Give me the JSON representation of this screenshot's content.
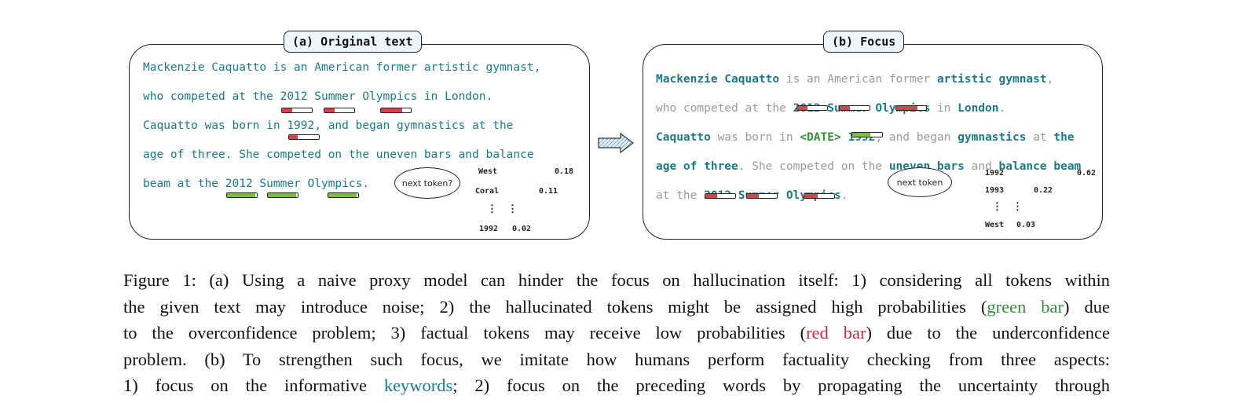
{
  "panel_a": {
    "title": "(a) Original text",
    "lines": [
      "Mackenzie Caquatto is an American former artistic gymnast,",
      "who competed at the 2012 Summer Olympics in London.",
      "Caquatto was born in 1992, and began gymnastics at the",
      "age of three. She competed on the uneven bars and balance",
      "beam at the 2012 Summer Olympics."
    ],
    "bubble": "next token?",
    "predictions": [
      {
        "token": "West",
        "prob": 0.18,
        "value_label": "0.18",
        "pattern": "red-hatch"
      },
      {
        "token": "Coral",
        "prob": 0.11,
        "value_label": "0.11",
        "pattern": "blue-hatch"
      },
      {
        "token": "1992",
        "prob": 0.02,
        "value_label": "0.02",
        "pattern": "red-hatch"
      }
    ],
    "token_bars": [
      {
        "fill": 0.35,
        "color": "red"
      },
      {
        "fill": 0.35,
        "color": "red"
      },
      {
        "fill": 0.7,
        "color": "red"
      },
      {
        "fill": 0.3,
        "color": "red"
      },
      {
        "fill": 0.95,
        "color": "green"
      },
      {
        "fill": 0.95,
        "color": "green"
      },
      {
        "fill": 0.95,
        "color": "green"
      }
    ]
  },
  "panel_b": {
    "title": "(b) Focus",
    "line1": {
      "a": "Mackenzie Caquatto",
      "b": " is an American former ",
      "c": "artistic gymnast",
      "d": ","
    },
    "line2": {
      "a": "who competed at the ",
      "b": "2012 Summer Olympics",
      "c": " in ",
      "d": "London",
      "e": "."
    },
    "line3": {
      "a": "Caquatto",
      "b": " was born in ",
      "c": "<DATE>",
      "d": " 1992",
      "e": ", and began ",
      "f": "gymnastics",
      "g": " at ",
      "h": "the"
    },
    "line4": {
      "a": "age of three",
      "b": ". She competed on the ",
      "c": "uneven bars",
      "d": " and ",
      "e": "balance beam"
    },
    "line5": {
      "a": "at the ",
      "b": "2012 Summer Olympics",
      "c": "."
    },
    "bubble": "next token",
    "predictions": [
      {
        "token": "1992",
        "prob": 0.62,
        "value_label": "0.62",
        "pattern": "red-hatch"
      },
      {
        "token": "1993",
        "prob": 0.22,
        "value_label": "0.22",
        "pattern": "blue-hatch"
      },
      {
        "token": "West",
        "prob": 0.03,
        "value_label": "0.03",
        "pattern": "red-hatch"
      }
    ]
  },
  "ellipsis": "⋮",
  "caption": {
    "l1": "Figure 1: (a) Using a naive proxy model can hinder the focus on hallucination itself: 1) considering all tokens within",
    "l2a": "the given text may introduce noise; 2) the hallucinated tokens might be assigned high probabilities (",
    "l2b": "green bar",
    "l2c": ") due",
    "l3a": "to the overconfidence problem; 3) factual tokens may receive low probabilities (",
    "l3b": "red bar",
    "l3c": ") due to the underconfidence",
    "l4": "problem. (b) To strengthen such focus, we imitate how humans perform factuality checking from three aspects:",
    "l5a": "1) focus on the informative ",
    "l5b": "keywords",
    "l5c": "; 2) focus on the preceding words by propagating the uncertainty through"
  },
  "colors": {
    "teal": "#1b7a86",
    "red": "#c94848",
    "green": "#7cbf3c",
    "arrow": "#a3345a"
  }
}
